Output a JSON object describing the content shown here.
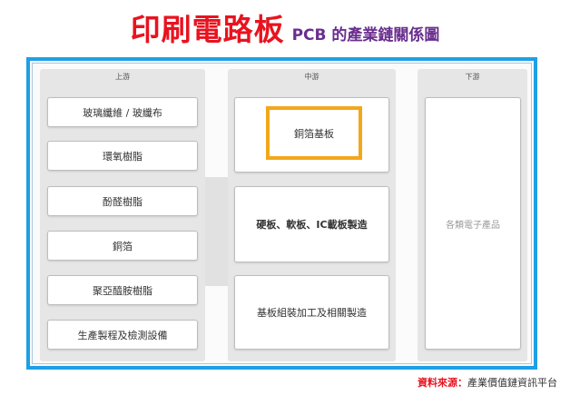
{
  "title": {
    "main": "印刷電路板",
    "sub": "PCB 的產業鏈關係圖"
  },
  "columns": {
    "upstream": {
      "header": "上游",
      "items": [
        "玻璃纖維 / 玻纖布",
        "環氧樹脂",
        "酚醛樹脂",
        "銅箔",
        "聚亞醯胺樹脂",
        "生產製程及檢測設備"
      ]
    },
    "midstream": {
      "header": "中游",
      "items": [
        "銅箔基板",
        "硬板、軟板、IC載板製造",
        "基板組裝加工及相關製造"
      ]
    },
    "downstream": {
      "header": "下游",
      "items": [
        "各類電子產品"
      ]
    }
  },
  "source": {
    "label": "資料來源：",
    "text": "產業價值鏈資訊平台"
  },
  "colors": {
    "title": "#e8131f",
    "subtitle": "#6a2e8f",
    "frame_border": "#1e9fe6",
    "highlight_border": "#f2a71b",
    "column_bg": "#e6e6e6"
  }
}
